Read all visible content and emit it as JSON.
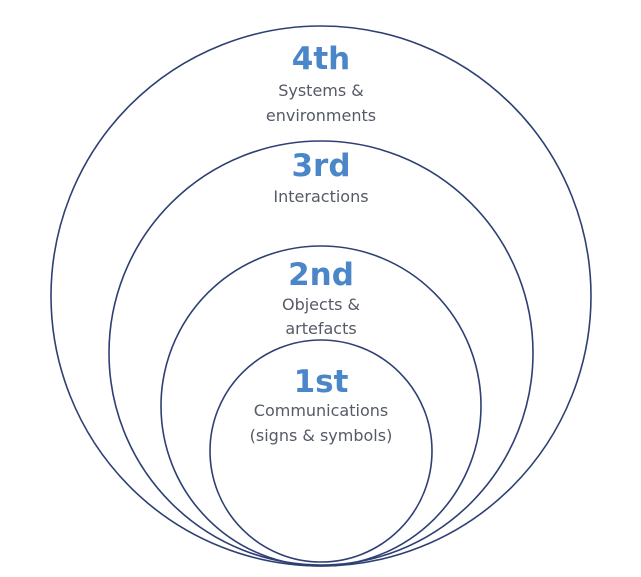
{
  "colors": {
    "ring_stroke": "#2e3f73",
    "title_text": "#4a86c8",
    "description_text": "#555a66",
    "background": "#ffffff"
  },
  "levels": [
    {
      "title": "4th",
      "description_lines": [
        "Systems &",
        "environments"
      ]
    },
    {
      "title": "3rd",
      "description_lines": [
        "Interactions"
      ]
    },
    {
      "title": "2nd",
      "description_lines": [
        "Objects &",
        "artefacts"
      ]
    },
    {
      "title": "1st",
      "description_lines": [
        "Communications",
        "(signs & symbols)"
      ]
    }
  ]
}
